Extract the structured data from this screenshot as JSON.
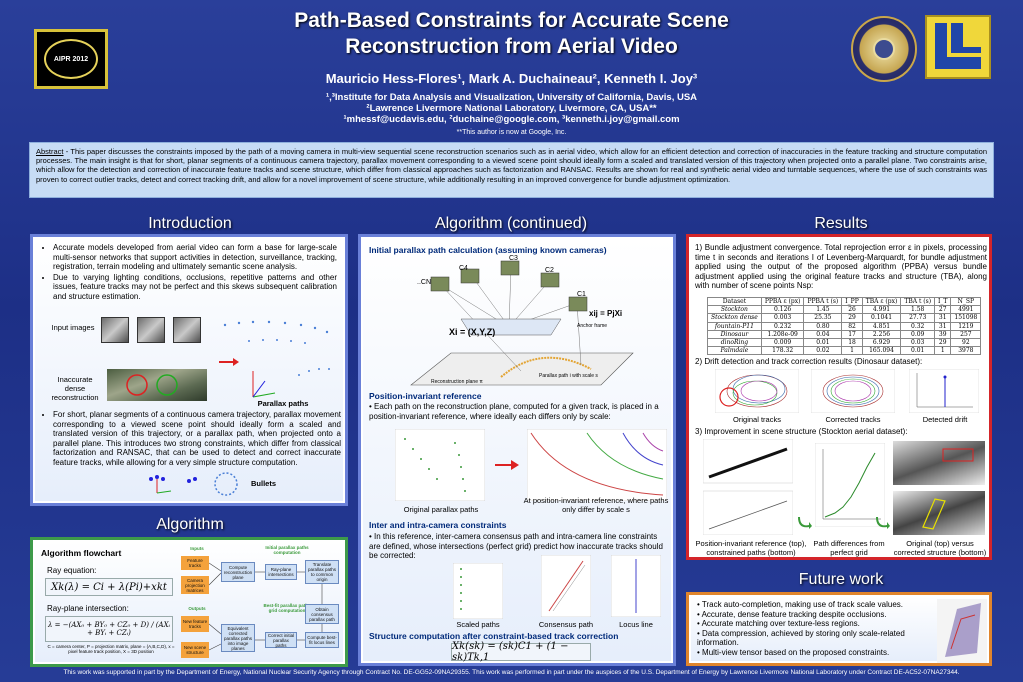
{
  "header": {
    "title_line1": "Path-Based Constraints for Accurate Scene",
    "title_line2": "Reconstruction from Aerial Video",
    "authors": "Mauricio Hess-Flores¹, Mark A. Duchaineau², Kenneth I. Joy³",
    "affil1": "¹,³Institute for Data Analysis and Visualization, University of California, Davis, USA",
    "affil2": "²Lawrence Livermore National Laboratory, Livermore, CA, USA**",
    "affil3": "¹mhessf@ucdavis.edu, ²duchaine@google.com, ³kenneth.i.joy@gmail.com",
    "note": "**This author is now at Google, Inc.",
    "logo_text": "AIPR 2012"
  },
  "abstract": {
    "label": "Abstract",
    "text": " - This paper discusses the constraints imposed by the path of a moving camera in multi-view sequential scene reconstruction scenarios such as in aerial video, which allow for an efficient detection and correction of inaccuracies in the feature tracking and structure computation processes. The main insight is that for short, planar segments of a continuous camera trajectory, parallax movement corresponding to a viewed scene point should ideally form a scaled and translated version of this trajectory when projected onto a parallel plane. Two constraints arise, which allow for the detection and correction of inaccurate feature tracks and scene structure, which differ from classical approaches such as factorization and RANSAC. Results are shown for real and synthetic aerial video and turntable sequences, where the use of such constraints was proven to correct outlier tracks, detect and correct tracking drift, and allow for a novel improvement of scene structure, while additionally resulting in an improved convergence for bundle adjustment optimization."
  },
  "introduction": {
    "title": "Introduction",
    "bullets": [
      "Accurate models developed from aerial video can form a base for large-scale multi-sensor networks that support activities in detection, surveillance, tracking, registration, terrain modeling and ultimately semantic scene analysis.",
      "Due to varying lighting conditions, occlusions, repetitive patterns and other issues, feature tracks may not be perfect and this skews subsequent calibration and structure estimation."
    ],
    "label_input": "Input images",
    "label_inaccurate": "Inaccurate dense reconstruction",
    "label_parallax": "Parallax paths",
    "bullet3": "For short, planar segments of a continuous camera trajectory, parallax movement corresponding to a viewed scene point should ideally form a scaled and translated version of this trajectory, or a parallax path, when projected onto a parallel plane. This introduces two strong constraints, which differ from classical factorization and RANSAC, that can be used to detect and correct inaccurate feature tracks, while allowing for a very simple structure computation.",
    "label_bullets": "Bullets"
  },
  "algorithm": {
    "title": "Algorithm",
    "flowchart_title": "Algorithm flowchart",
    "ray_eq_label": "Ray equation:",
    "ray_eq": "Xk(λ) = Ci + λ(Pi)+xkt",
    "plane_label": "Ray-plane intersection:",
    "plane_eq": "λ = −(AX₀ + BY₀ + CZ₀ + D) / (AXᵢ + BYᵢ + CZᵢ)",
    "eq_caption": "C = camera center, P = projection matrix, plane = (A,B,C,D), x = pixel feature track position, X = 3D position",
    "flow": {
      "inputs": "Inputs",
      "feature_tracks": "Feature tracks",
      "camera_matrices": "Camera projection matrices",
      "initial_paths": "Initial parallax paths computation",
      "compute_plane": "Compute reconstruction plane",
      "ray_plane": "Ray-plane intersections",
      "translate": "Translate parallax paths to common origin",
      "outputs": "Outputs",
      "best_fit": "Best-fit parallax paths grid computation",
      "new_tracks": "New feature tracks",
      "new_scene": "New scene structure",
      "equivalent": "Equivalent corrected parallax paths into image planes",
      "correct": "Correct initial parallax paths",
      "obtain": "Obtain consensus parallax path",
      "compute_fit": "Compute best-fit locus lines"
    }
  },
  "algcont": {
    "title": "Algorithm (continued)",
    "head1": "Initial parallax path calculation (assuming known cameras)",
    "diag": {
      "c1": "C1",
      "c2": "C2",
      "c3": "C3",
      "c4": "C4",
      "cn": "..CN",
      "xij": "xij = PjXi",
      "xi": "Xi = (X,Y,Z)",
      "anchor": "Anchor frame",
      "plane": "Reconstruction plane π",
      "ppath": "Parallax path i with scale s"
    },
    "head2": "Position-invariant reference",
    "text2": "• Each path on the reconstruction plane, computed for a given track, is placed in a position-invariant reference, where ideally each differs only by scale:",
    "cap_orig": "Original parallax paths",
    "cap_posinv": "At position-invariant reference, where paths only differ by scale s",
    "head3": "Inter and intra-camera constraints",
    "text3": "• In this reference, inter-camera consensus path and intra-camera line constraints are defined, whose intersections (perfect grid) predict how inaccurate tracks should be corrected:",
    "cap_scaled": "Scaled paths",
    "cap_consensus": "Consensus path",
    "cap_locus": "Locus line",
    "head4": "Structure computation after constraint-based track correction",
    "eq4": "Xk(sk) = (sk)C1 + (1 − sk)Tk,1"
  },
  "results": {
    "title": "Results",
    "item1": "1) Bundle adjustment convergence. Total reprojection error ε in pixels, processing time t in seconds and iterations I of Levenberg-Marquardt, for bundle adjustment applied using the output of the proposed algorithm (PPBA) versus bundle adjustment applied using the original feature tracks and structure (TBA), along with number of scene points Nsp:",
    "table_headers": [
      "Dataset",
      "PPBA ε (px)",
      "PPBA t (s)",
      "I_PP",
      "TBA ε (px)",
      "TBA t (s)",
      "I_T",
      "N_SP"
    ],
    "table_rows": [
      [
        "Stockton",
        "0.126",
        "1.45",
        "26",
        "4.991",
        "1.58",
        "27",
        "4991"
      ],
      [
        "Stockton dense",
        "0.003",
        "25.35",
        "29",
        "0.1041",
        "27.73",
        "31",
        "151098"
      ],
      [
        "fountain-P11",
        "0.232",
        "0.80",
        "82",
        "4.851",
        "0.32",
        "31",
        "1219"
      ],
      [
        "Dinosaur",
        "1.208e-09",
        "0.04",
        "17",
        "2.256",
        "0.09",
        "39",
        "257"
      ],
      [
        "dinoRing",
        "0.009",
        "0.01",
        "18",
        "6.929",
        "0.03",
        "29",
        "92"
      ],
      [
        "Palmdale",
        "178.32",
        "0.02",
        "1",
        "165.094",
        "0.01",
        "1",
        "3978"
      ]
    ],
    "item2": "2) Drift detection and track correction results (Dinosaur dataset):",
    "cap_orig_tracks": "Original tracks",
    "cap_corr_tracks": "Corrected tracks",
    "cap_drift": "Detected drift",
    "item3": "3) Improvement in scene structure (Stockton aerial dataset):",
    "cap_posinv_paths": "Position-invariant reference (top), constrained paths (bottom)",
    "cap_path_diff": "Path differences from perfect grid",
    "cap_orig_corr": "Original (top) versus corrected structure (bottom)"
  },
  "future": {
    "title": "Future work",
    "items": [
      "• Track auto-completion, making use of track scale values.",
      "• Accurate, dense feature tracking despite occlusions.",
      "• Accurate matching over texture-less regions.",
      "• Data compression, achieved by storing only scale-related information.",
      "• Multi-view tensor based on the proposed constraints."
    ]
  },
  "footer": "This work was supported in part by the Department of Energy, National Nuclear Security Agency through Contract No. DE-GG52-09NA29355. This work was performed in part under the auspices of the U.S. Department of Energy by Lawrence Livermore National Laboratory under Contract DE-AC52-07NA27344.",
  "colors": {
    "background": "#1d2f86",
    "abstract_bg": "#c7dcf5",
    "intro_border": "#6a80d8",
    "alg_border": "#3d9a4a",
    "results_border": "#d4252a",
    "future_border": "#e0852c"
  }
}
